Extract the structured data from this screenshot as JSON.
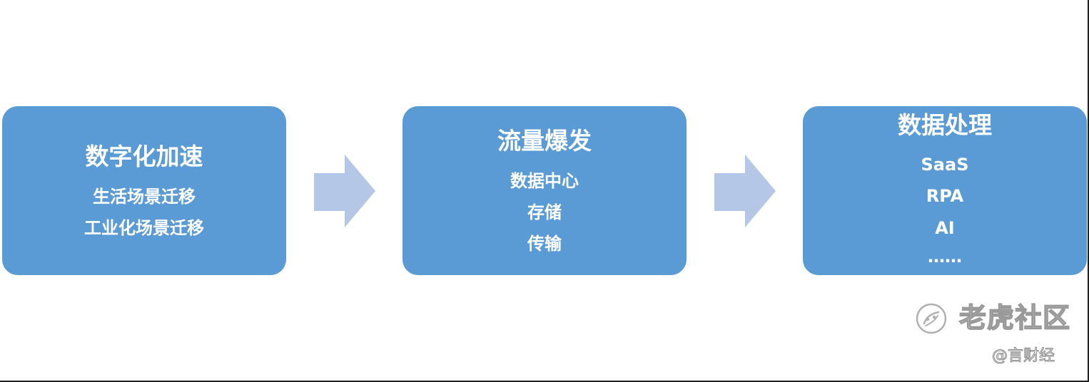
{
  "steps": [
    {
      "title": "数字化加速",
      "lines": [
        "生活场景迁移",
        "工业化场景迁移"
      ]
    },
    {
      "title": "流量爆发",
      "lines": [
        "数据中心",
        "存储",
        "传输"
      ]
    },
    {
      "title": "数据处理",
      "lines": [
        "SaaS",
        "RPA",
        "AI",
        "……"
      ]
    }
  ],
  "watermark": {
    "brand": "老虎社区",
    "credit": "@言财经",
    "icon": "tiger-logo-icon"
  },
  "colors": {
    "box": "#5b9bd5",
    "arrow": "#b4c7e7",
    "text": "#ffffff"
  }
}
